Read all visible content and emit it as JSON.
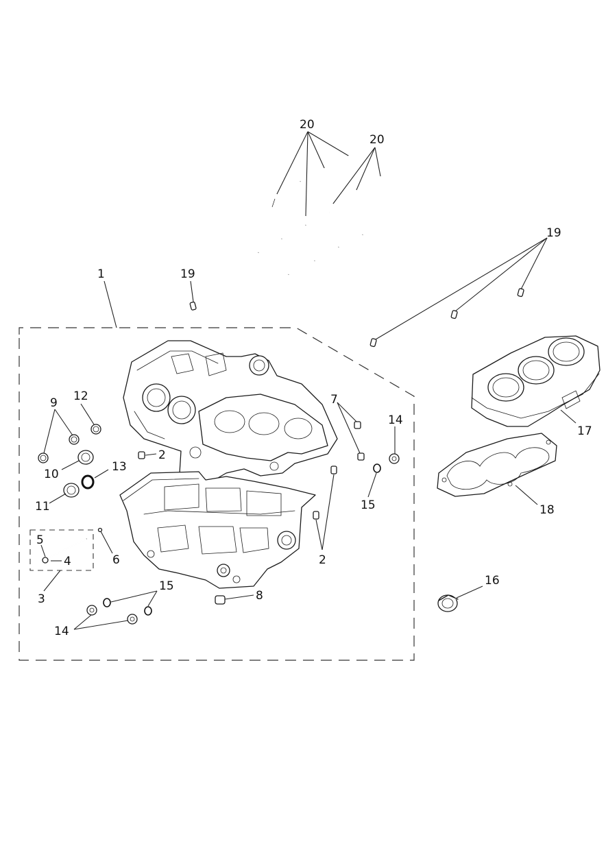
{
  "callouts": {
    "c1": "1",
    "c2a": "2",
    "c2b": "2",
    "c3": "3",
    "c4": "4",
    "c5": "5",
    "c6": "6",
    "c7": "7",
    "c8": "8",
    "c9": "9",
    "c10": "10",
    "c11": "11",
    "c12": "12",
    "c13": "13",
    "c14a": "14",
    "c14b": "14",
    "c15a": "15",
    "c15b": "15",
    "c16": "16",
    "c17": "17",
    "c18": "18",
    "c19a": "19",
    "c19b": "19",
    "c20a": "20",
    "c20b": "20"
  }
}
